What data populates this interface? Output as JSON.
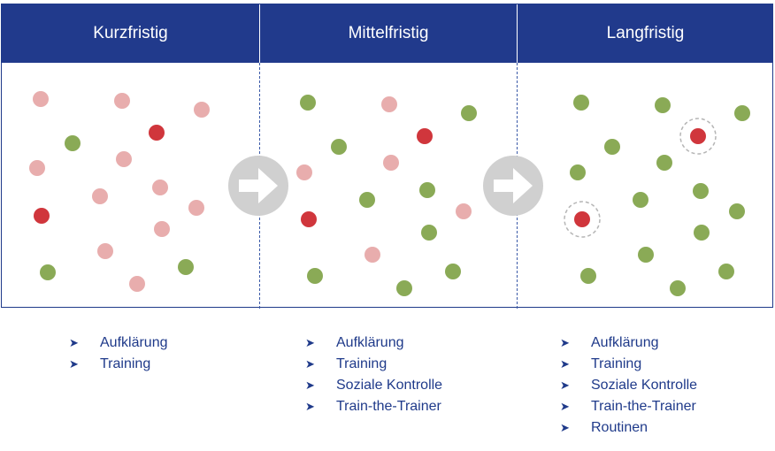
{
  "columns": [
    {
      "title": "Kurzfristig",
      "items": [
        "Aufklärung",
        "Training"
      ]
    },
    {
      "title": "Mittelfristig",
      "items": [
        "Aufklärung",
        "Training",
        "Soziale Kontrolle",
        "Train-the-Trainer"
      ]
    },
    {
      "title": "Langfristig",
      "items": [
        "Aufklärung",
        "Training",
        "Soziale Kontrolle",
        "Train-the-Trainer",
        "Routinen"
      ]
    }
  ],
  "colors": {
    "header_bg": "#213a8c",
    "text_blue": "#1f3a8a",
    "dot_green": "#8aaa56",
    "dot_red": "#d0363c",
    "dot_pink": "#e8adad",
    "arrow_circle": "#d0d0d0"
  },
  "icons": {
    "transition": "arrow-right-icon",
    "bullet": "arrowhead-bullet-icon"
  }
}
